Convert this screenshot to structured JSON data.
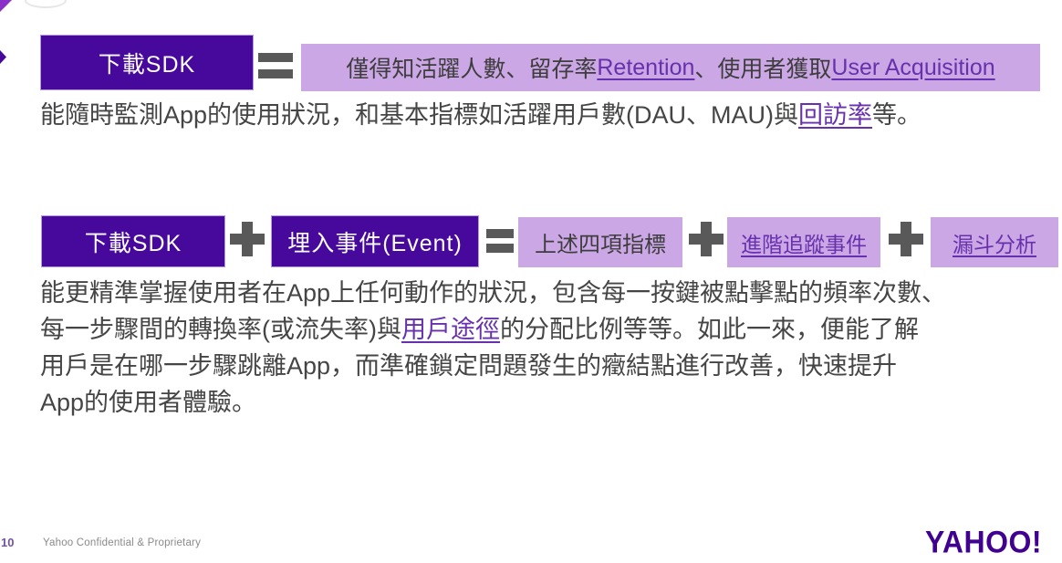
{
  "colors": {
    "dark_purple_box": "#47099c",
    "light_purple_box": "#cba7e5",
    "operator_gray": "#595959",
    "link_purple": "#6730ac",
    "body_text_gray": "#454545",
    "logo_purple": "#400090"
  },
  "row1": {
    "download_box": {
      "label": "下載SDK"
    },
    "result_box": {
      "pre": "僅得知活躍人數、留存率",
      "link_retention": "Retention",
      "mid": "、使用者獲取",
      "link_user_acquisition": "User Acquisition"
    },
    "description": {
      "pre": "能隨時監測App的使用狀況，和基本指標如活躍用戶數(DAU、MAU)與",
      "link": "回訪率",
      "post": "等。"
    }
  },
  "row2": {
    "download_box": {
      "label": "下載SDK"
    },
    "event_box": {
      "label": "埋入事件(Event)"
    },
    "metrics_box": {
      "label": "上述四項指標"
    },
    "advanced_tracking_box": {
      "label": "進階追蹤事件"
    },
    "funnel_box": {
      "label": "漏斗分析"
    }
  },
  "paragraph": {
    "line1": "能更精準掌握使用者在App上任何動作的狀況，包含每一按鍵被點擊點的頻率次數、",
    "line2_pre": "每一步驟間的轉換率(或流失率)與",
    "line2_link": "用戶途徑",
    "line2_post": "的分配比例等等。如此一來，便能了解",
    "line3": "用戶是在哪一步驟跳離App，而準確鎖定問題發生的癥結點進行改善，快速提升",
    "line4": "App的使用者體驗。"
  },
  "footer": {
    "page_number": "10",
    "confidential": "Yahoo Confidential & Proprietary",
    "logo": "YAHOO!"
  }
}
